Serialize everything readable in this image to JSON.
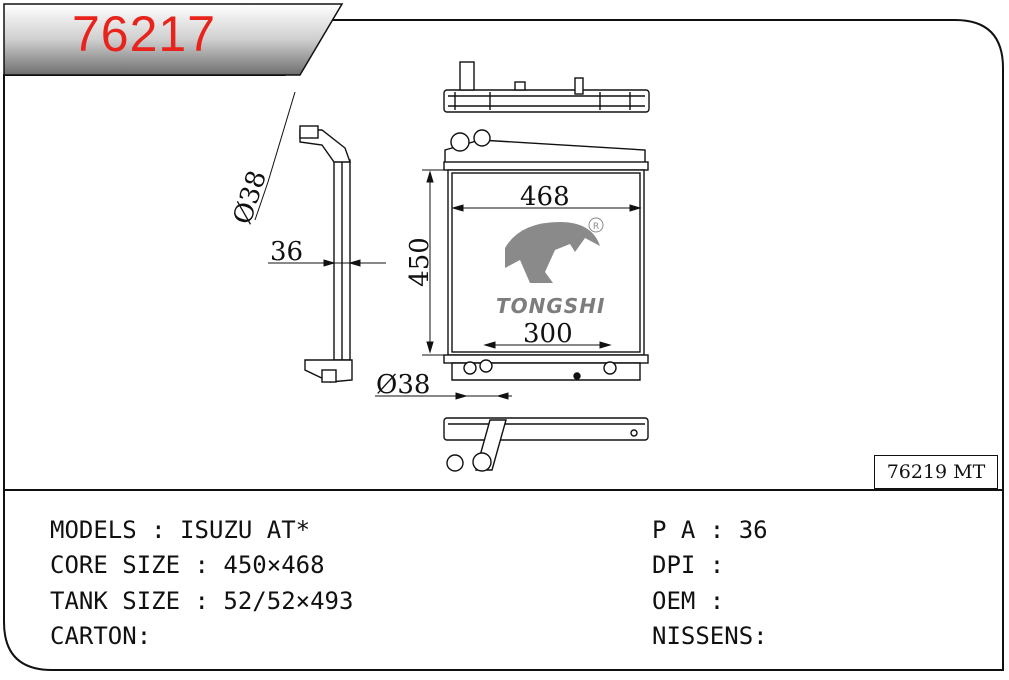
{
  "header": {
    "part_number": "76217"
  },
  "alt_model": "76219 MT",
  "dimensions": {
    "pipe_diameter_top": "Ø38",
    "pipe_diameter_bottom": "Ø38",
    "thickness": "36",
    "core_width": "468",
    "core_height": "450",
    "inner_width": "300"
  },
  "brand": {
    "name": "TONGSHI",
    "registered": "R"
  },
  "specs_left": [
    "MODELS : ISUZU AT*",
    "CORE SIZE : 450×468",
    "TANK SIZE : 52/52×493",
    "CARTON:"
  ],
  "specs_right": [
    "P A : 36",
    "DPI :",
    "OEM :",
    "NISSENS:"
  ]
}
